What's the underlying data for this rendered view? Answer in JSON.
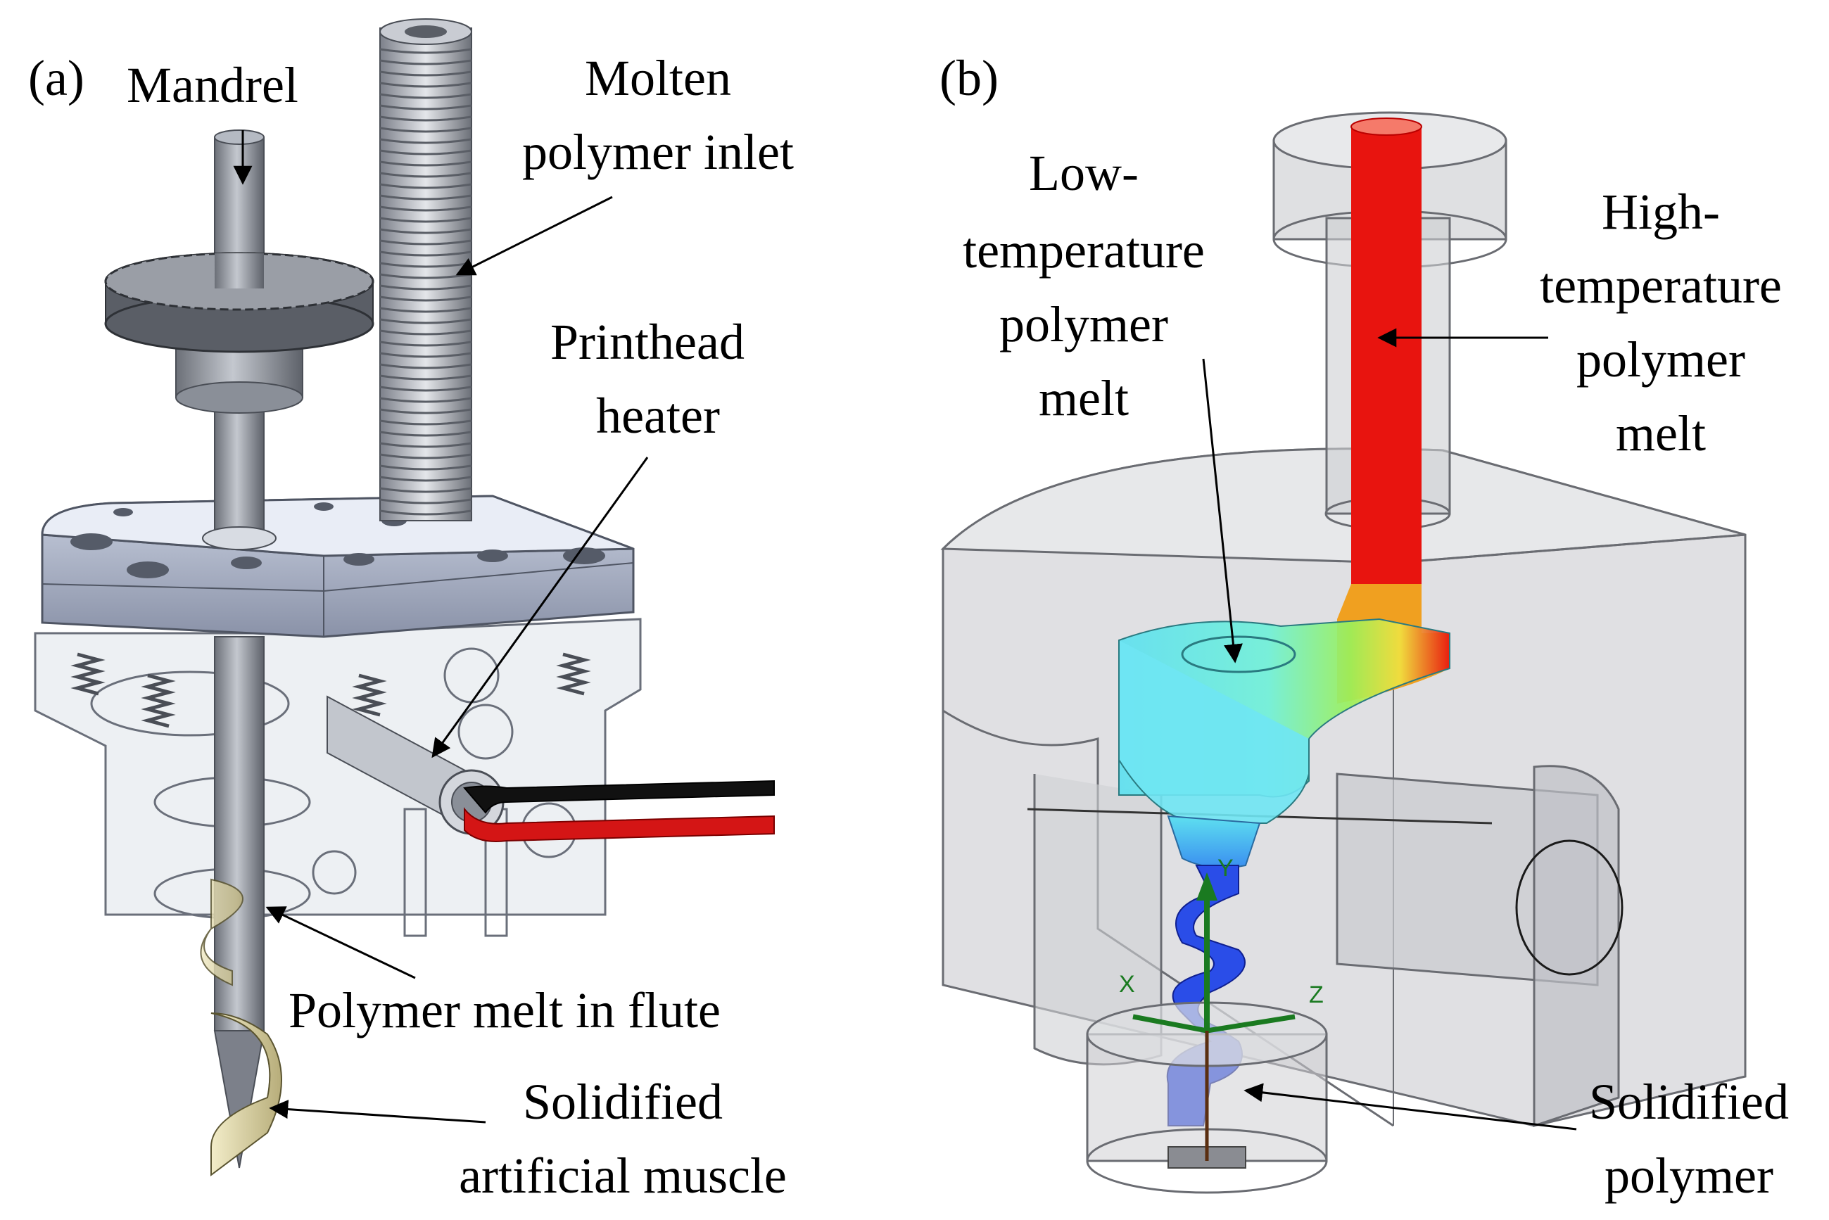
{
  "panel_a": {
    "tag": "(a)",
    "labels": {
      "mandrel": "Mandrel",
      "molten_inlet_1": "Molten",
      "molten_inlet_2": "polymer inlet",
      "heater_1": "Printhead",
      "heater_2": "heater",
      "melt_flute": "Polymer melt in flute",
      "solid_muscle_1": "Solidified",
      "solid_muscle_2": "artificial muscle"
    }
  },
  "panel_b": {
    "tag": "(b)",
    "labels": {
      "low_1": "Low-",
      "low_2": "temperature",
      "low_3": "polymer",
      "low_4": "melt",
      "high_1": "High-",
      "high_2": "temperature",
      "high_3": "polymer",
      "high_4": "melt",
      "solid_1": "Solidified",
      "solid_2": "polymer"
    },
    "axes": {
      "x": "X",
      "y": "Y",
      "z": "Z"
    }
  },
  "colors": {
    "hot": "#e8140f",
    "cool": "#5ee0f0",
    "solid": "#2a4de8",
    "metal": "#9aa0aa",
    "ribbon": "#d9d2a6"
  }
}
